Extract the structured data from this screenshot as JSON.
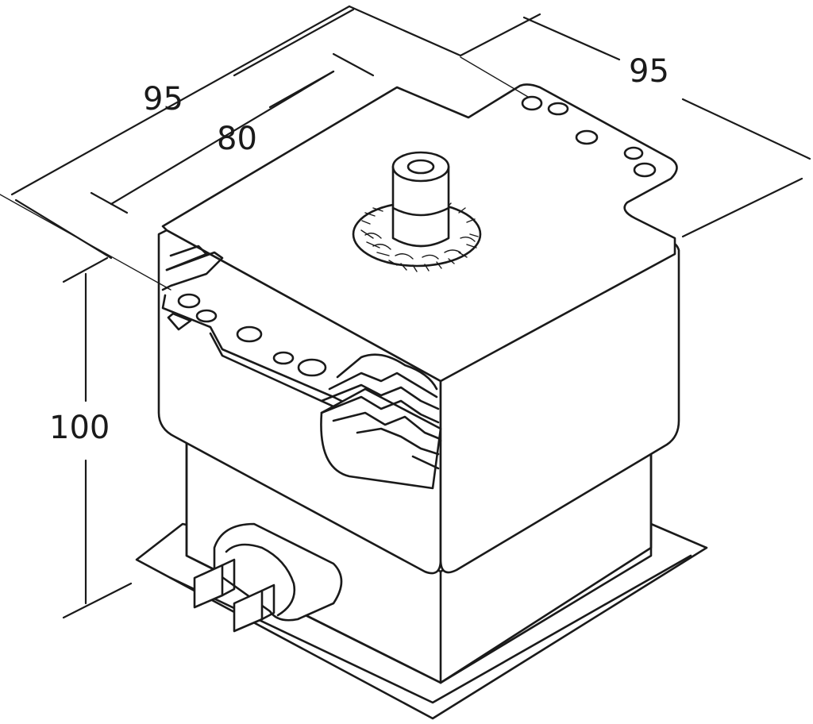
{
  "dimensions": {
    "top_left_outer": "95",
    "top_left_inner": "80",
    "top_right": "95",
    "height": "100"
  },
  "colors": {
    "line": "#1a1a1a",
    "background": "#ffffff"
  }
}
